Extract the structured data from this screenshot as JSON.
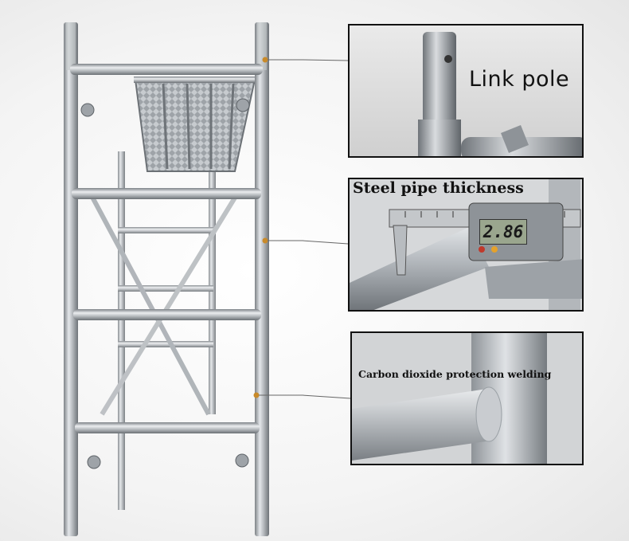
{
  "callouts": [
    {
      "label": "Link pole"
    },
    {
      "label": "Steel pipe thickness"
    },
    {
      "label": "Carbon dioxide protection welding"
    }
  ],
  "caliper": {
    "reading": "2.86"
  },
  "colors": {
    "steel": "#c9cdd0",
    "steel_dark": "#8e9398",
    "leader_dot": "#c88a2a",
    "panel_border": "#111111"
  }
}
